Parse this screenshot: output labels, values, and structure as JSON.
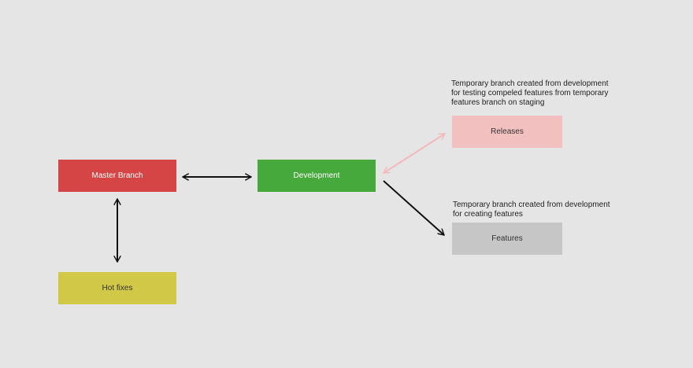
{
  "nodes": {
    "master": "Master Branch",
    "development": "Development",
    "hotfixes": "Hot fixes",
    "releases": "Releases",
    "features": "Features"
  },
  "notes": {
    "releases": "Temporary branch created from development\nfor testing compeled features from temporary\nfeatures branch on staging",
    "features": "Temporary branch created from development\nfor creating features"
  },
  "colors": {
    "background": "#e5e5e5",
    "master": "#d64545",
    "development": "#46a93c",
    "hotfixes": "#d2c848",
    "releases": "#f3c0c0",
    "features": "#c6c6c6",
    "arrow_default": "#111111",
    "arrow_releases": "#f4b8b8"
  }
}
